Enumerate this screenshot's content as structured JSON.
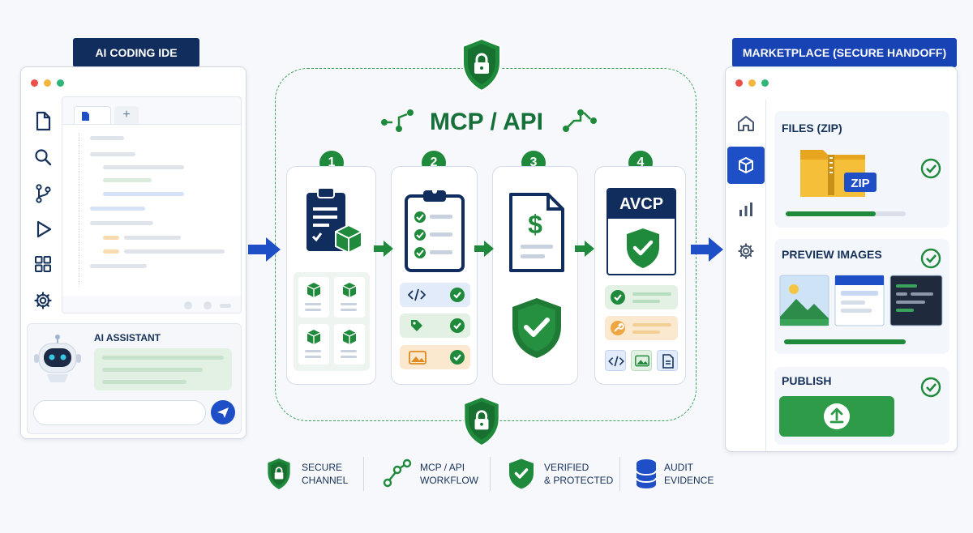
{
  "ide": {
    "title": "AI CODING IDE",
    "editor_tab_add": "+",
    "assistant_title": "AI ASSISTANT"
  },
  "center": {
    "title": "MCP / API",
    "steps": [
      "1",
      "2",
      "3",
      "4"
    ],
    "avcp_label": "AVCP"
  },
  "marketplace": {
    "title": "MARKETPLACE (SECURE HANDOFF)",
    "files_title": "FILES (ZIP)",
    "zip_label": "ZIP",
    "preview_title": "PREVIEW IMAGES",
    "publish_title": "PUBLISH"
  },
  "legend": [
    {
      "icon": "shield-lock-icon",
      "label": "SECURE\nCHANNEL"
    },
    {
      "icon": "workflow-icon",
      "label": "MCP / API\nWORKFLOW"
    },
    {
      "icon": "shield-check-icon",
      "label": "VERIFIED\n& PROTECTED"
    },
    {
      "icon": "database-icon",
      "label": "AUDIT\nEVIDENCE"
    }
  ],
  "colors": {
    "navy": "#112d5e",
    "green": "#1f8a3b",
    "blue": "#1f4fc7",
    "orange": "#f0a640"
  }
}
